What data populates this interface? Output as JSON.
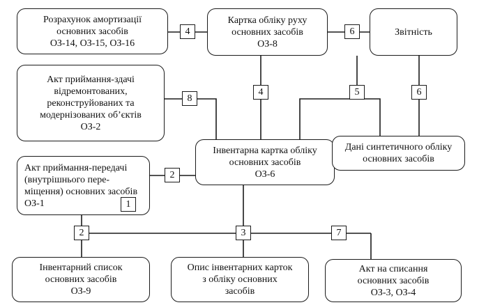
{
  "nodes": {
    "depreciation": {
      "lines": [
        "Розрахунок амортизації",
        "основних засобів",
        "ОЗ-14, ОЗ-15, ОЗ-16"
      ]
    },
    "movement_card": {
      "lines": [
        "Картка обліку руху",
        "основних засобів",
        "ОЗ-8"
      ]
    },
    "reporting": {
      "lines": [
        "Звітність"
      ]
    },
    "repair_act": {
      "lines": [
        "Акт приймання-здачі",
        "відремонтованих,",
        "реконструйованих та",
        "модернізованих об’єктів",
        "ОЗ-2"
      ]
    },
    "inventory_card": {
      "lines": [
        "Інвентарна картка обліку",
        "основних засобів",
        "ОЗ-6"
      ]
    },
    "synthetic_data": {
      "lines": [
        "Дані синтетичного обліку",
        "основних засобів"
      ]
    },
    "transfer_act": {
      "lines": [
        "Акт приймання-передачі",
        "(внутрішнього переміщення) основних засобів",
        "ОЗ-1"
      ]
    },
    "inventory_list": {
      "lines": [
        "Інвентарний список",
        "основних засобів",
        "ОЗ-9"
      ]
    },
    "cards_register": {
      "lines": [
        "Опис інвентарних карток",
        "з обліку основних",
        "засобів"
      ]
    },
    "writeoff_act": {
      "lines": [
        "Акт на списання",
        "основних засобів",
        "ОЗ-3, ОЗ-4"
      ]
    }
  },
  "transfer_act_display": [
    "Акт приймання-передачі",
    "(внутрішнього пере-",
    "міщення) основних засобів",
    "ОЗ-1"
  ],
  "tags": {
    "t_depr_movement": "4",
    "t_movement_reporting": "6",
    "t_repair": "8",
    "t_movement_inventory": "4",
    "t_movement_synthetic": "5",
    "t_reporting_synthetic": "6",
    "t_transfer_inventory": "2",
    "t_transfer_inner": "1",
    "t_bus_list": "2",
    "t_bus_register": "3",
    "t_bus_writeoff": "7"
  }
}
